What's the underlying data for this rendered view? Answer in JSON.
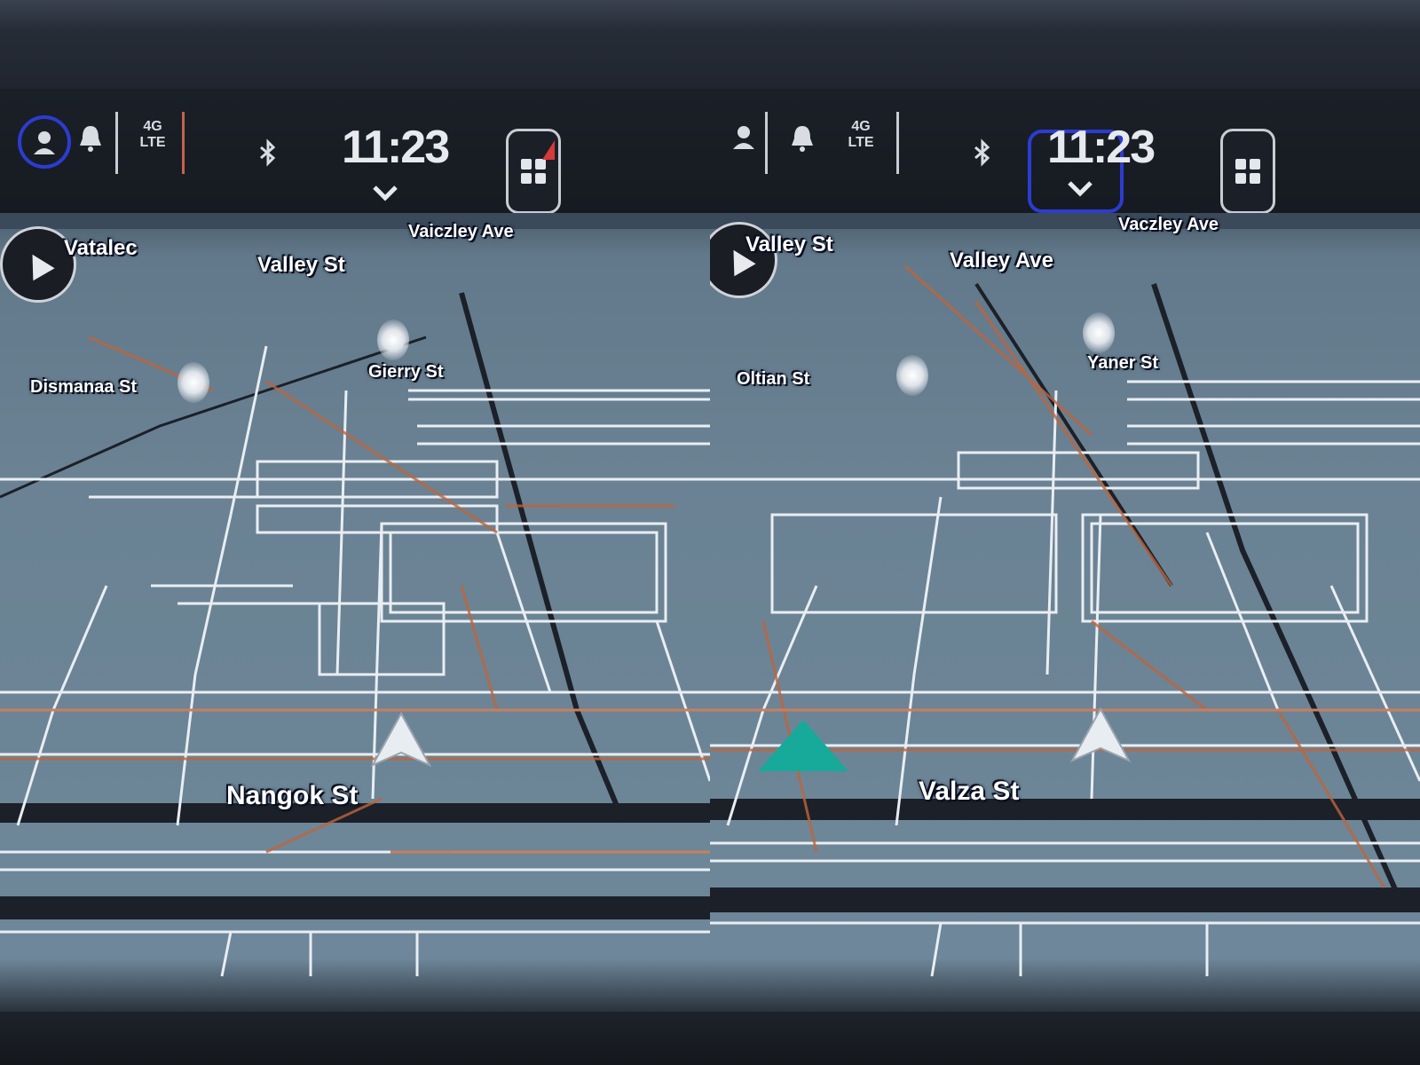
{
  "left_panel": {
    "status": {
      "connectivity_label": "4G\nLTE",
      "network_label": "4G\nLTE",
      "clock": "11:23",
      "home_button_icon": "apps-grid-icon"
    },
    "labels": {
      "top_left": "Vatalec",
      "top_center": "Valley St",
      "top_right": "Vaiczley Ave",
      "upper_mid": "Dismanaa St",
      "center": "Gierry St",
      "bottom": "Nangok St"
    }
  },
  "right_panel": {
    "status": {
      "network_label": "4G\nLTE",
      "clock": "11:23",
      "home_button_icon": "apps-grid-icon"
    },
    "labels": {
      "top_left": "Valley St",
      "top_center": "Valley Ave",
      "top_right": "Vaczley Ave",
      "upper_mid": "Oltian St",
      "center": "Yaner St",
      "bottom": "Valza St"
    }
  },
  "colors": {
    "map_background": "#6a8293",
    "road_white": "#e9eef3",
    "road_dark": "#1c2029",
    "status_bar": "#161a21",
    "accent_ring": "#2c3cd0",
    "teal_arrow": "#17a99a",
    "route_orange": "#c0643a"
  }
}
